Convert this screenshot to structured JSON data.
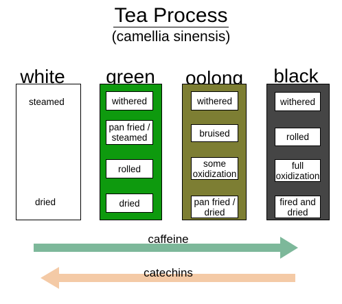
{
  "header": {
    "title": "Tea Process",
    "subtitle": "(camellia sinensis)"
  },
  "columns": [
    {
      "name": "white",
      "fill": "#ffffff",
      "steps": [
        "steamed",
        "dried"
      ]
    },
    {
      "name": "green",
      "fill": "#0e9a0e",
      "steps": [
        "withered",
        "pan fried /\nsteamed",
        "rolled",
        "dried"
      ]
    },
    {
      "name": "oolong",
      "fill": "#7d7e33",
      "steps": [
        "withered",
        "bruised",
        "some\noxidization",
        "pan fried /\ndried"
      ]
    },
    {
      "name": "black",
      "fill": "#454545",
      "steps": [
        "withered",
        "rolled",
        "full\noxidization",
        "fired and\ndried"
      ]
    }
  ],
  "arrows": {
    "caffeine": {
      "label": "caffeine",
      "direction": "right",
      "color": "#7db89a"
    },
    "catechins": {
      "label": "catechins",
      "direction": "left",
      "color": "#f4caa6"
    }
  }
}
